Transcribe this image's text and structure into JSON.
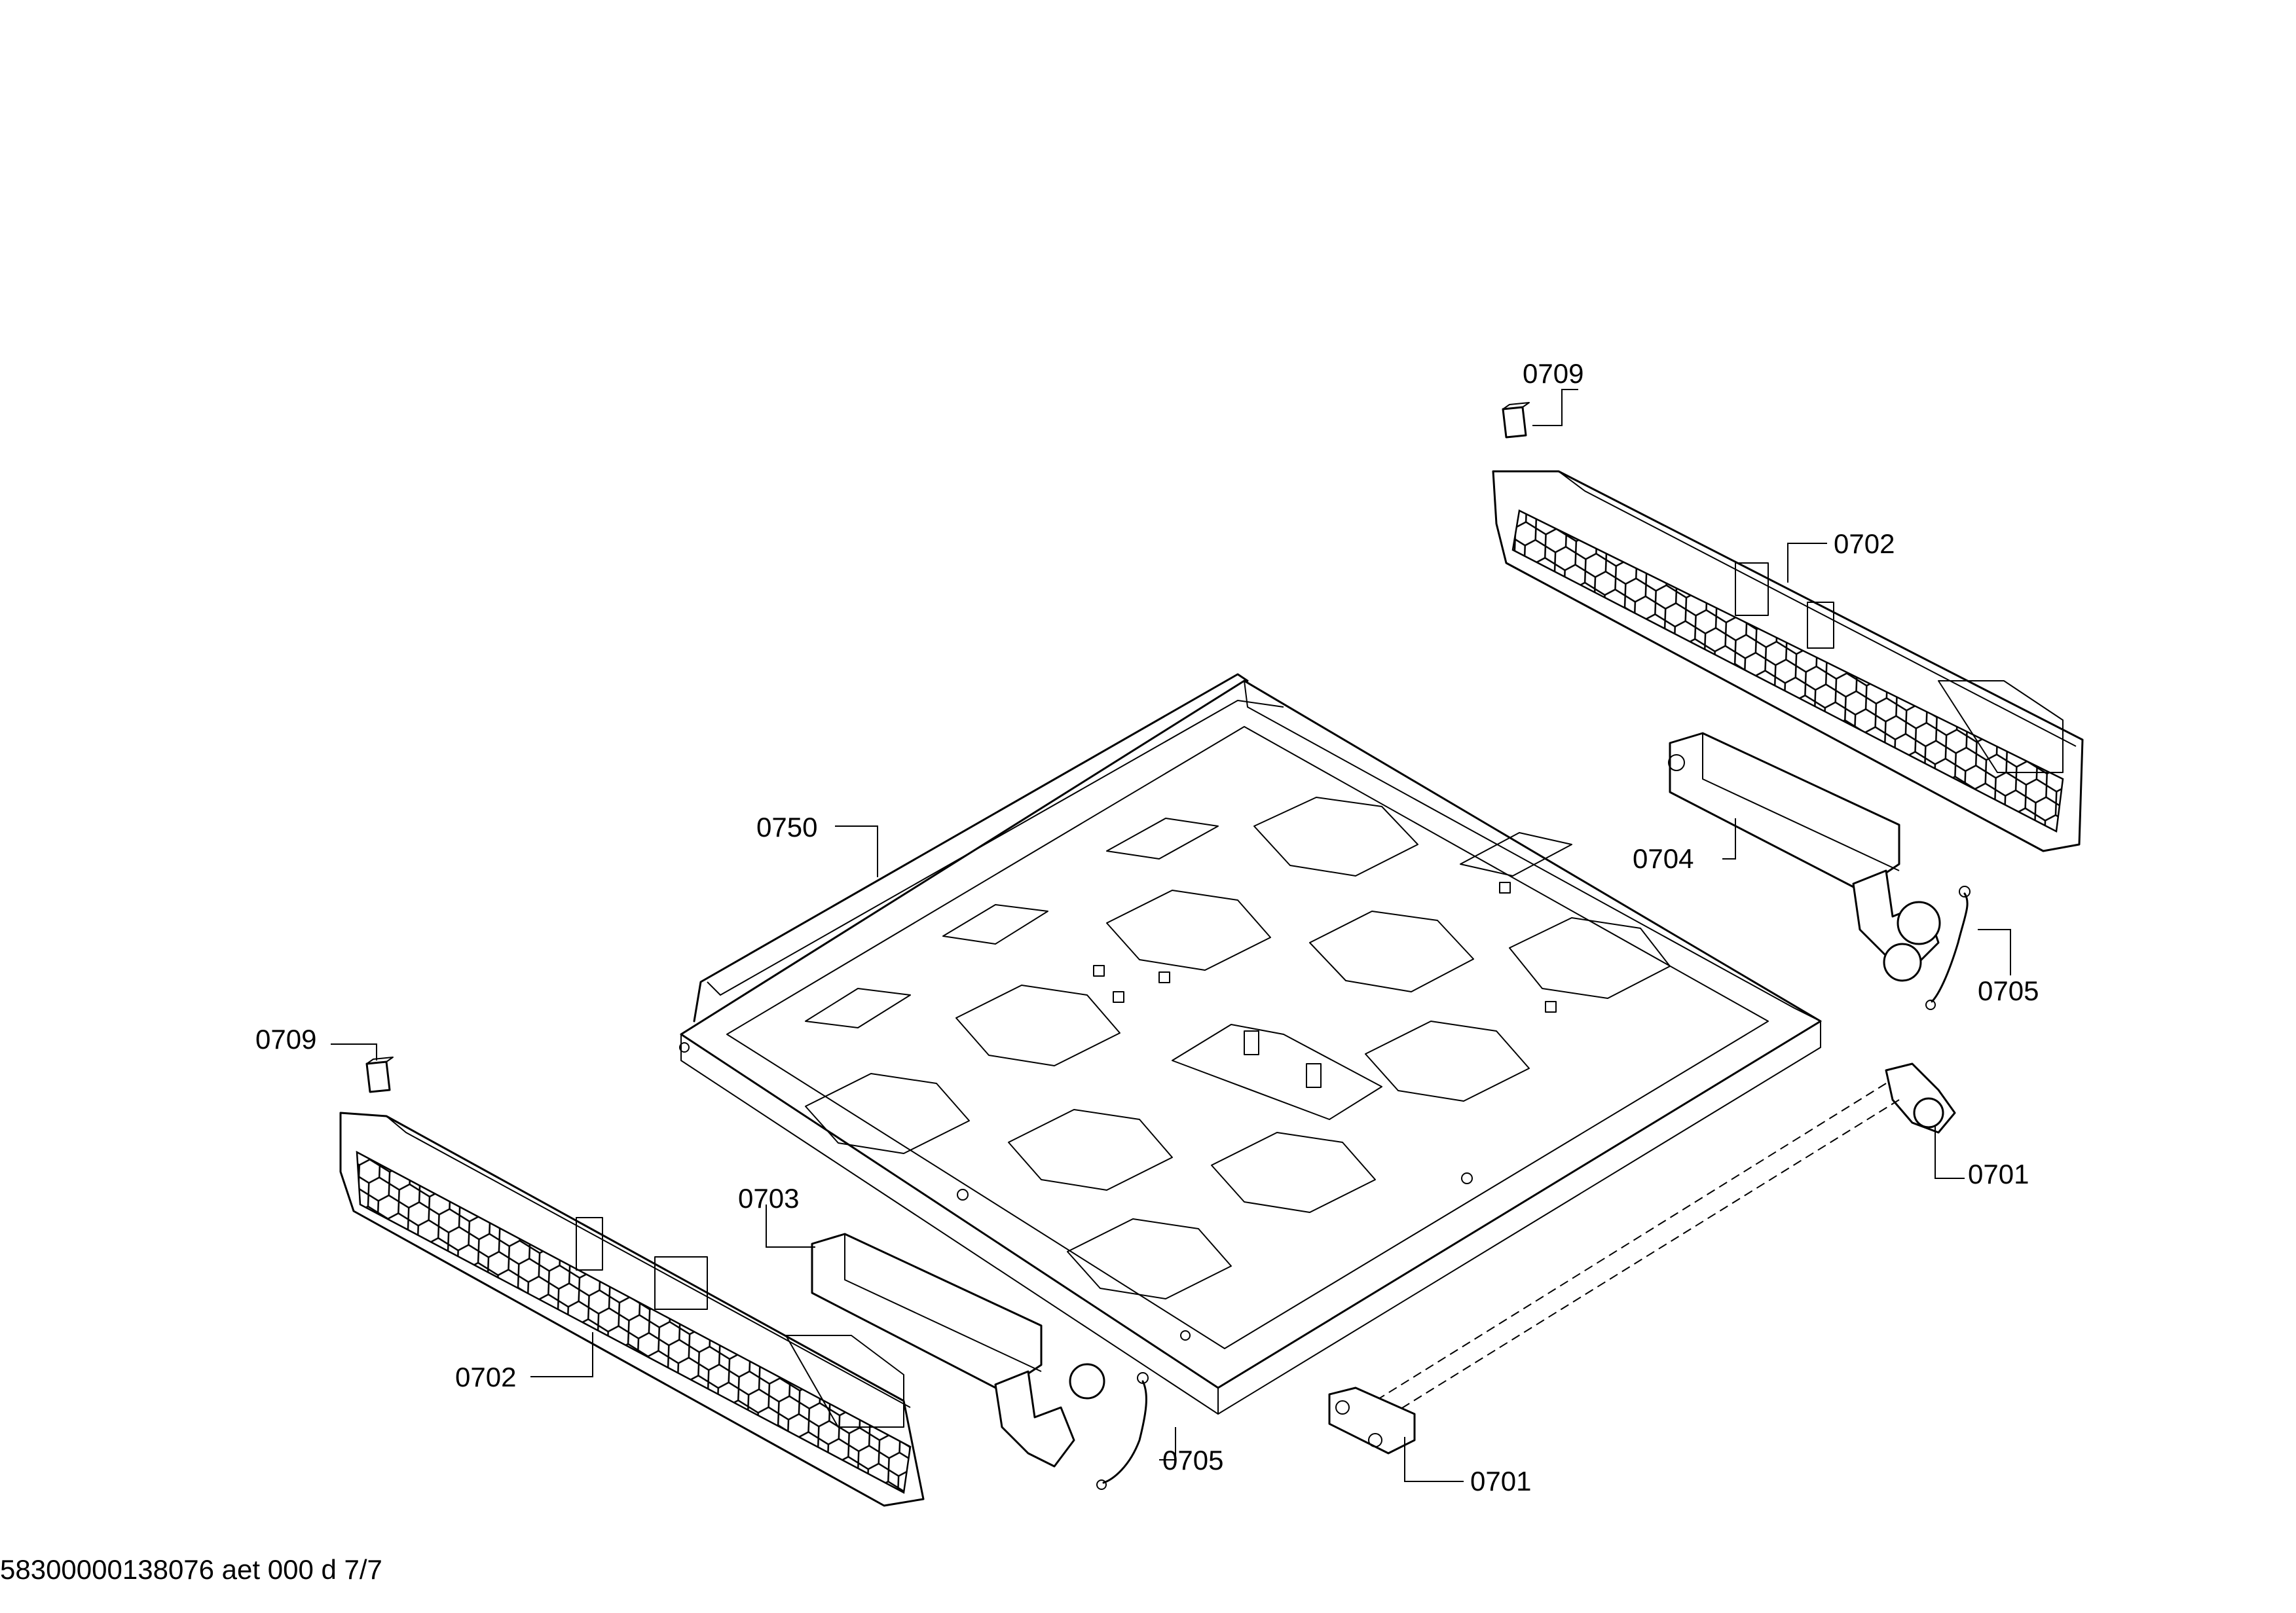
{
  "labels": {
    "l0709_top": "0709",
    "l0702_right": "0702",
    "l0750": "0750",
    "l0704": "0704",
    "l0705_right": "0705",
    "l0709_left": "0709",
    "l0701_right": "0701",
    "l0703": "0703",
    "l0702_left": "0702",
    "l0705_bottom": "0705",
    "l0701_bottom": "0701"
  },
  "footer": "58300000138076 aet 000 d 7/7"
}
